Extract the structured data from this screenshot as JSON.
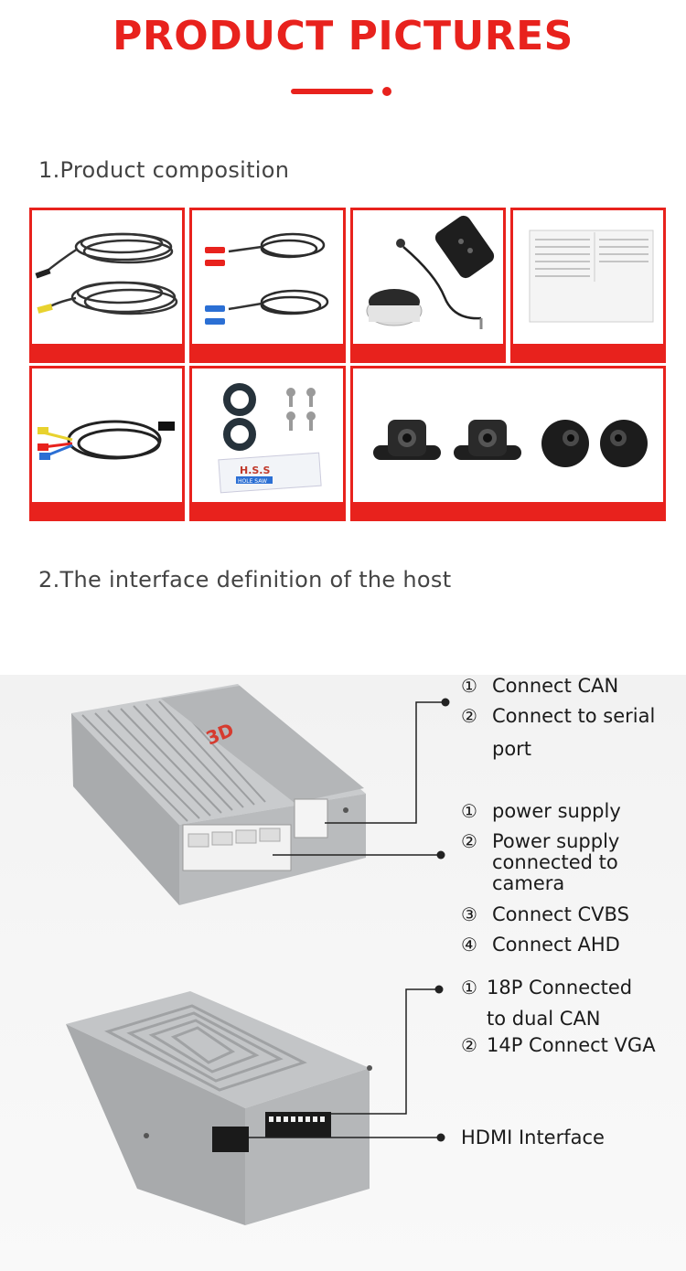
{
  "header": {
    "title": "PRODUCT PICTURES",
    "accent_color": "#e8221d"
  },
  "composition": {
    "heading": "1.Product composition",
    "tiles": [
      {
        "name": "camera-extension-cables"
      },
      {
        "name": "red-blue-connector-cables"
      },
      {
        "name": "remote-control-and-knob"
      },
      {
        "name": "host-unit-box"
      },
      {
        "name": "power-wiring-harness"
      },
      {
        "name": "rings-screws-and-hole-saw"
      },
      {
        "name": "four-cameras"
      }
    ],
    "hole_saw_text": "H.S.S",
    "hole_saw_sub": "HOLE SAW"
  },
  "interface": {
    "heading": "2.The interface definition of the host",
    "host_badge_text": "3D",
    "group1": [
      {
        "num": "①",
        "text": "Connect CAN"
      },
      {
        "num": "②",
        "text": "Connect to serial"
      },
      {
        "num": "",
        "text": "port"
      }
    ],
    "group2": [
      {
        "num": "①",
        "text": "power supply"
      },
      {
        "num": "②",
        "text": "Power supply"
      },
      {
        "num": "",
        "text": "connected to"
      },
      {
        "num": "",
        "text": "camera"
      },
      {
        "num": "③",
        "text": "Connect CVBS"
      },
      {
        "num": "④",
        "text": "Connect AHD"
      }
    ],
    "group3": [
      {
        "num": "①",
        "text": "18P Connected"
      },
      {
        "num": "",
        "text": "to dual CAN"
      },
      {
        "num": "②",
        "text": "14P Connect VGA"
      }
    ],
    "hdmi": "HDMI Interface"
  }
}
